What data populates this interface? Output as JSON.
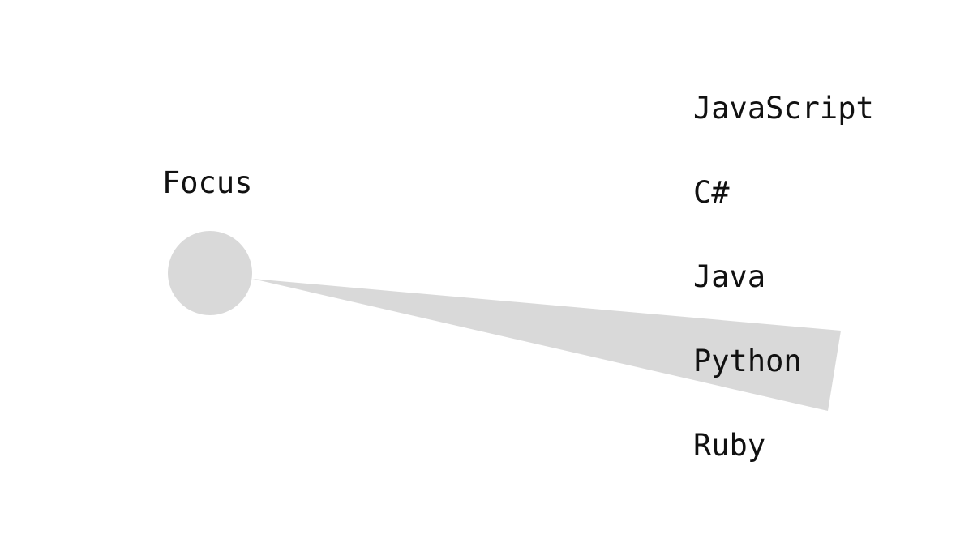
{
  "focus": {
    "label": "Focus",
    "color": "#d9d9d9"
  },
  "beam": {
    "target": "Python",
    "color": "#d9d9d9"
  },
  "options": [
    {
      "label": "JavaScript"
    },
    {
      "label": "C#"
    },
    {
      "label": "Java"
    },
    {
      "label": "Python"
    },
    {
      "label": "Ruby"
    }
  ]
}
